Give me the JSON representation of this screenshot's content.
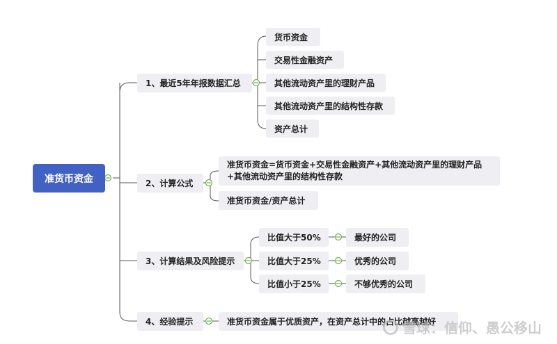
{
  "root": {
    "label": "准货币资金"
  },
  "branches": [
    {
      "label": "1、最近5年年报数据汇总",
      "children": [
        "货币资金",
        "交易性金融资产",
        "其他流动资产里的理财产品",
        "其他流动资产里的结构性存款",
        "资产总计"
      ]
    },
    {
      "label": "2、计算公式",
      "children": [
        "准货币资金=货币资金+交易性金融资产+其他流动资产里的理财产品+其他流动资产里的结构性存款",
        "准货币资金/资产总计"
      ]
    },
    {
      "label": "3、计算结果及风险提示",
      "children": [
        {
          "label": "比值大于50%",
          "result": "最好的公司"
        },
        {
          "label": "比值大于25%",
          "result": "优秀的公司"
        },
        {
          "label": "比值小于25%",
          "result": "不够优秀的公司"
        }
      ]
    },
    {
      "label": "4、经验提示",
      "children": [
        "准货币资金属于优质资产，在资产总计中的占比越高越好"
      ]
    }
  ],
  "watermark": {
    "text": "雪球：信仰、愚公移山"
  },
  "colors": {
    "root": "#4261c4",
    "node_bg": "#eeeef3",
    "line": "#555555",
    "connector": "#6cb24a"
  }
}
